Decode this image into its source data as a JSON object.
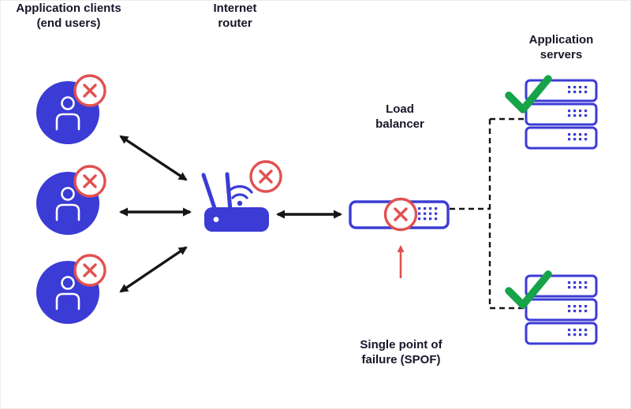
{
  "diagram": {
    "labels": {
      "clients": {
        "line1": "Application clients",
        "line2": "(end users)"
      },
      "router": {
        "line1": "Internet",
        "line2": "router"
      },
      "load_balancer": {
        "line1": "Load",
        "line2": "balancer"
      },
      "servers": {
        "line1": "Application",
        "line2": "servers"
      },
      "spof": {
        "line1": "Single point of",
        "line2": "failure (SPOF)"
      }
    },
    "icons": {
      "client": "person-circle-icon",
      "router": "wifi-router-icon",
      "load_balancer": "appliance-bar-icon",
      "server": "server-rack-icon",
      "failure": "x-circle-icon",
      "success": "check-icon",
      "link": "double-headed-arrow",
      "connection": "dashed-line"
    },
    "colors": {
      "primary_blue": "#3B3BD6",
      "failure_red": "#E25050",
      "success_green": "#16A34A",
      "arrow_black": "#151515",
      "text": "#16162A",
      "background": "#FFFFFF"
    },
    "counts": {
      "clients": 3,
      "server_stacks": 2
    }
  }
}
